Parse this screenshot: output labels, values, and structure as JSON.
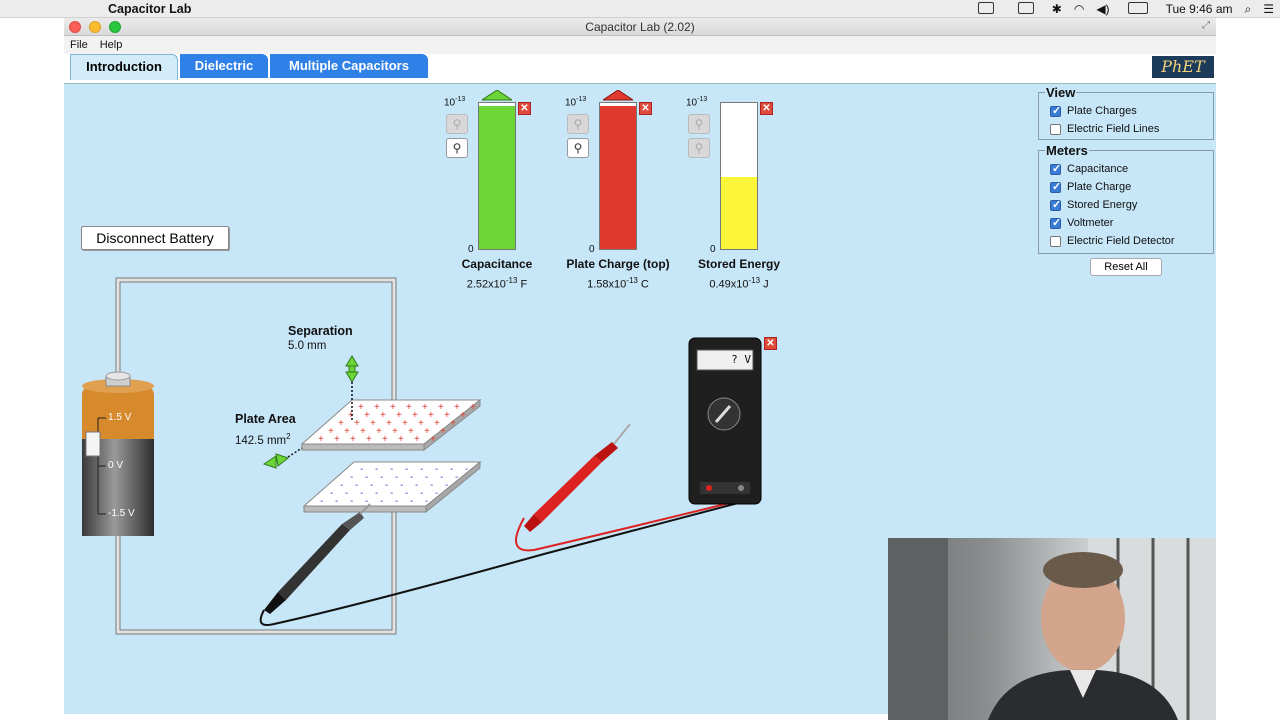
{
  "menubar": {
    "app_name": "Capacitor Lab",
    "clock": "Tue 9:46 am"
  },
  "window": {
    "title": "Capacitor Lab (2.02)",
    "menus": [
      "File",
      "Help"
    ]
  },
  "tabs": [
    {
      "label": "Introduction",
      "active": true
    },
    {
      "label": "Dielectric",
      "active": false
    },
    {
      "label": "Multiple Capacitors",
      "active": false
    }
  ],
  "logo": {
    "text": "PhET"
  },
  "controls": {
    "disconnect_label": "Disconnect Battery"
  },
  "meters": {
    "capacitance": {
      "label": "Capacitance",
      "value": "2.52x10",
      "exp": "-13",
      "unit": "F",
      "scale_exp": "-13",
      "zero": "0",
      "level": 0.98,
      "color": "#6cd636"
    },
    "plate_charge": {
      "label": "Plate Charge (top)",
      "value": "1.58x10",
      "exp": "-13",
      "unit": "C",
      "scale_exp": "-13",
      "zero": "0",
      "level": 0.98,
      "color": "#e03a2f"
    },
    "stored_energy": {
      "label": "Stored Energy",
      "value": "0.49x10",
      "exp": "-13",
      "unit": "J",
      "scale_exp": "-13",
      "zero": "0",
      "level": 0.49,
      "color": "#fbf53a"
    }
  },
  "capacitor": {
    "separation_label": "Separation",
    "separation_value": "5.0 mm",
    "area_label": "Plate Area",
    "area_value": "142.5 mm",
    "area_exp": "2"
  },
  "battery": {
    "top_voltage": "1.5 V",
    "mid_voltage": "0 V",
    "bottom_voltage": "-1.5 V"
  },
  "voltmeter": {
    "reading": "? V"
  },
  "view_panel": {
    "title": "View",
    "items": [
      {
        "label": "Plate Charges",
        "checked": true
      },
      {
        "label": "Electric Field Lines",
        "checked": false
      }
    ]
  },
  "meters_panel": {
    "title": "Meters",
    "items": [
      {
        "label": "Capacitance",
        "checked": true
      },
      {
        "label": "Plate Charge",
        "checked": true
      },
      {
        "label": "Stored Energy",
        "checked": true
      },
      {
        "label": "Voltmeter",
        "checked": true
      },
      {
        "label": "Electric Field Detector",
        "checked": false
      }
    ]
  },
  "reset_label": "Reset All",
  "colors": {
    "play_bg": "#c7e6f7",
    "tab_blue": "#2f80e7",
    "wire": "#c8c8c8",
    "positive": "#e03a2f",
    "negative": "#3a4fd0"
  }
}
